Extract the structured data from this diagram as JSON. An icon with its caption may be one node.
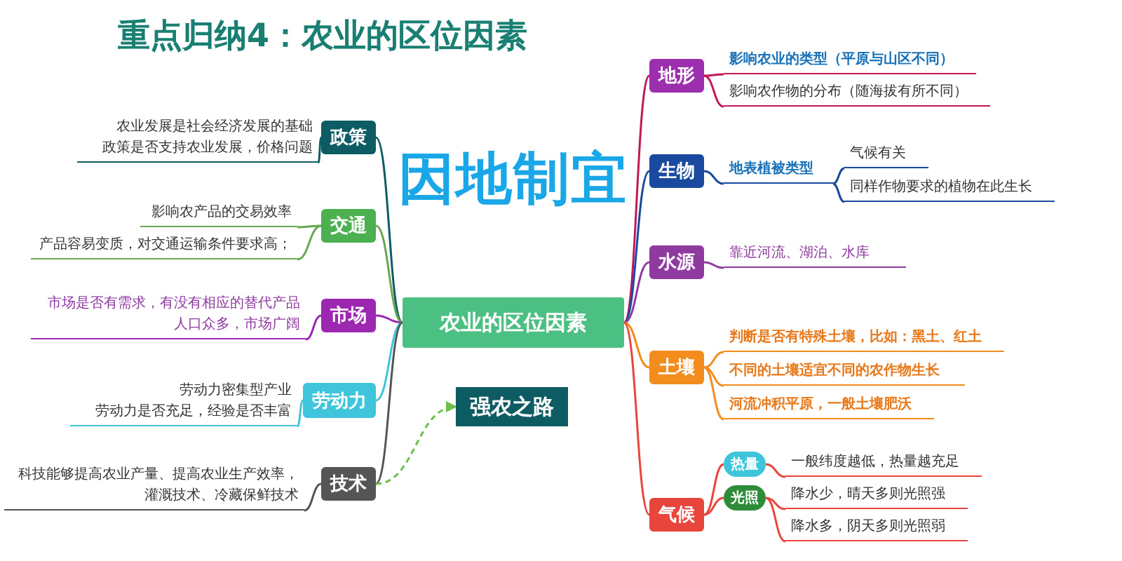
{
  "diagram": {
    "title": "重点归纳4：农业的区位因素",
    "nodes": [
      {
        "text": [
          "农业的区位因素"
        ]
      },
      {
        "text": [
          "政策"
        ]
      },
      {
        "text": [
          "农业发展是社会经济发展的基础",
          "政策是否支持农业发展，价格问题"
        ]
      },
      {
        "text": [
          "交通"
        ]
      },
      {
        "text": [
          "影响农产品的交易效率"
        ]
      },
      {
        "text": [
          "产品容易变质，对交通运输条件要求高；"
        ]
      },
      {
        "text": [
          "市场"
        ]
      },
      {
        "text": [
          "市场是否有需求，有没有相应的替代产品",
          "人口众多，市场广阔"
        ]
      },
      {
        "text": [
          "劳动力"
        ]
      },
      {
        "text": [
          "劳动力密集型产业",
          "劳动力是否充足，经验是否丰富"
        ]
      },
      {
        "text": [
          "技术"
        ]
      },
      {
        "text": [
          "科技能够提高农业产量、提高农业生产效率，",
          "灌溉技术、冷藏保鲜技术"
        ]
      },
      {
        "text": [
          "强农之路"
        ]
      },
      {
        "text": [
          "地形"
        ]
      },
      {
        "text": [
          "影响农业的类型（平原与山区不同）"
        ]
      },
      {
        "text": [
          "影响农作物的分布（随海拔有所不同）"
        ]
      },
      {
        "text": [
          "生物"
        ]
      },
      {
        "text": [
          "地表植被类型"
        ]
      },
      {
        "text": [
          "气候有关"
        ]
      },
      {
        "text": [
          "同样作物要求的植物在此生长"
        ]
      },
      {
        "text": [
          "水源"
        ]
      },
      {
        "text": [
          "靠近河流、湖泊、水库"
        ]
      },
      {
        "text": [
          "土壤"
        ]
      },
      {
        "text": [
          "判断是否有特殊土壤，比如：黑土、红土"
        ]
      },
      {
        "text": [
          "不同的土壤适宜不同的农作物生长"
        ]
      },
      {
        "text": [
          "河流冲积平原，一般土壤肥沃"
        ]
      },
      {
        "text": [
          "气候"
        ]
      },
      {
        "text": [
          "热量"
        ]
      },
      {
        "text": [
          "一般纬度越低，热量越充足"
        ]
      },
      {
        "text": [
          "光照"
        ]
      },
      {
        "text": [
          "降水少，晴天多则光照强"
        ]
      },
      {
        "text": [
          "降水多，阴天多则光照弱"
        ]
      }
    ],
    "edges": [
      {
        "from": 0,
        "to": 1,
        "arrow": "none",
        "color": "#0d5c63"
      },
      {
        "from": 1,
        "to": 2,
        "arrow": "none",
        "color": "#0d5c63"
      },
      {
        "from": 0,
        "to": 3,
        "arrow": "none",
        "color": "#6aa84f"
      },
      {
        "from": 3,
        "to": 4,
        "arrow": "none",
        "color": "#6aa84f"
      },
      {
        "from": 3,
        "to": 5,
        "arrow": "none",
        "color": "#6aa84f"
      },
      {
        "from": 0,
        "to": 6,
        "arrow": "none",
        "color": "#9c27b0"
      },
      {
        "from": 6,
        "to": 7,
        "arrow": "none",
        "color": "#9c27b0"
      },
      {
        "from": 0,
        "to": 8,
        "arrow": "none",
        "color": "#3ec5dc"
      },
      {
        "from": 8,
        "to": 9,
        "arrow": "none",
        "color": "#3ec5dc"
      },
      {
        "from": 0,
        "to": 10,
        "arrow": "none",
        "color": "#555555"
      },
      {
        "from": 10,
        "to": 11,
        "arrow": "none",
        "color": "#555555"
      },
      {
        "from": 10,
        "to": 12,
        "arrow": "to",
        "style": "dashed",
        "color": "#6cc04a"
      },
      {
        "from": 0,
        "to": 13,
        "arrow": "none",
        "color": "#c2185b"
      },
      {
        "from": 13,
        "to": 14,
        "arrow": "none",
        "color": "#c2185b"
      },
      {
        "from": 13,
        "to": 15,
        "arrow": "none",
        "color": "#c2185b"
      },
      {
        "from": 0,
        "to": 16,
        "arrow": "none",
        "color": "#1a4aa0"
      },
      {
        "from": 16,
        "to": 17,
        "arrow": "none",
        "color": "#1a4aa0"
      },
      {
        "from": 17,
        "to": 18,
        "arrow": "none",
        "color": "#1a4aa0"
      },
      {
        "from": 17,
        "to": 19,
        "arrow": "none",
        "color": "#1a4aa0"
      },
      {
        "from": 0,
        "to": 20,
        "arrow": "none",
        "color": "#8e3a9e"
      },
      {
        "from": 20,
        "to": 21,
        "arrow": "none",
        "color": "#8e3a9e"
      },
      {
        "from": 0,
        "to": 22,
        "arrow": "none",
        "color": "#f28c1c"
      },
      {
        "from": 22,
        "to": 23,
        "arrow": "none",
        "color": "#f28c1c"
      },
      {
        "from": 22,
        "to": 24,
        "arrow": "none",
        "color": "#f28c1c"
      },
      {
        "from": 22,
        "to": 25,
        "arrow": "none",
        "color": "#f28c1c"
      },
      {
        "from": 0,
        "to": 26,
        "arrow": "none",
        "color": "#e8453c"
      },
      {
        "from": 26,
        "to": 27,
        "arrow": "none",
        "color": "#e8453c"
      },
      {
        "from": 27,
        "to": 28,
        "arrow": "none",
        "color": "#e8453c"
      },
      {
        "from": 26,
        "to": 29,
        "arrow": "none",
        "color": "#e8453c"
      },
      {
        "from": 29,
        "to": 30,
        "arrow": "none",
        "color": "#e8453c"
      },
      {
        "from": 29,
        "to": 31,
        "arrow": "none",
        "color": "#e8453c"
      }
    ],
    "labels": [
      "因地制宜"
    ]
  }
}
